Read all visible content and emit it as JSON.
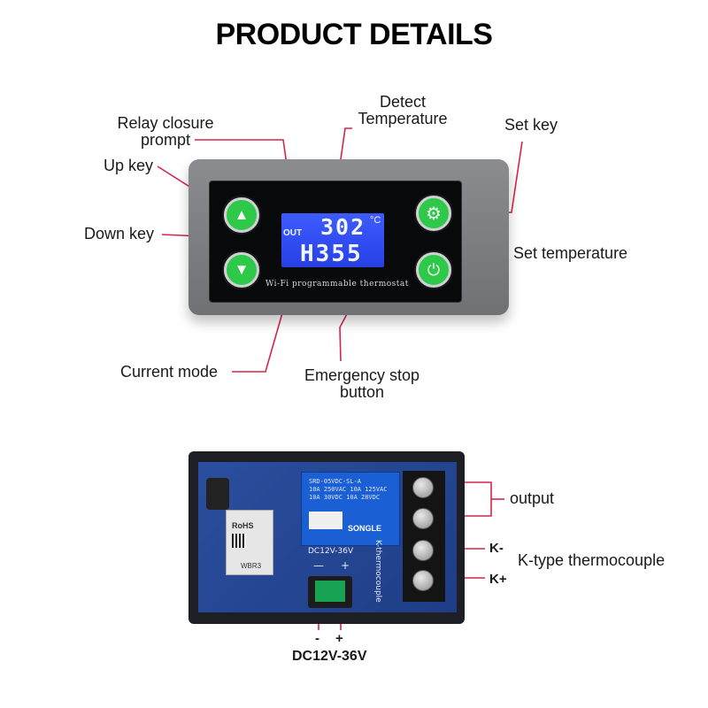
{
  "title": "PRODUCT DETAILS",
  "callouts": {
    "relay_closure_prompt": "Relay closure\nprompt",
    "detect_temperature": "Detect\nTemperature",
    "set_key": "Set key",
    "up_key": "Up key",
    "down_key": "Down key",
    "set_temperature": "Set temperature",
    "current_mode": "Current mode",
    "emergency_stop_button": "Emergency stop\nbutton"
  },
  "device": {
    "display_top": "302",
    "display_unit": "°C",
    "display_bottom": "H355",
    "out_indicator": "OUT",
    "panel_caption": "Wi-Fi programmable thermostat"
  },
  "board": {
    "relay_text": "SRD-05VDC-SL-A\n10A 250VAC 10A 125VAC\n10A 30VDC 10A 28VDC",
    "relay_brand": "SONGLE",
    "supply_label": "DC12V-36V",
    "thermocouple_silk": "K-thermocouple",
    "module_label": "WBR3",
    "module_cert": "RoHS",
    "minus_mark": "—",
    "plus_mark": "+"
  },
  "labels": {
    "output": "output",
    "k_minus": "K-",
    "k_type": "K-type thermocouple",
    "k_plus": "K+",
    "minus": "-",
    "plus": "+",
    "supply": "DC12V-36V"
  },
  "colors": {
    "callout_line": "#d6254a",
    "button_green": "#2fc94a",
    "lcd_blue": "#2f4cf2",
    "pcb_blue": "#24479a"
  }
}
